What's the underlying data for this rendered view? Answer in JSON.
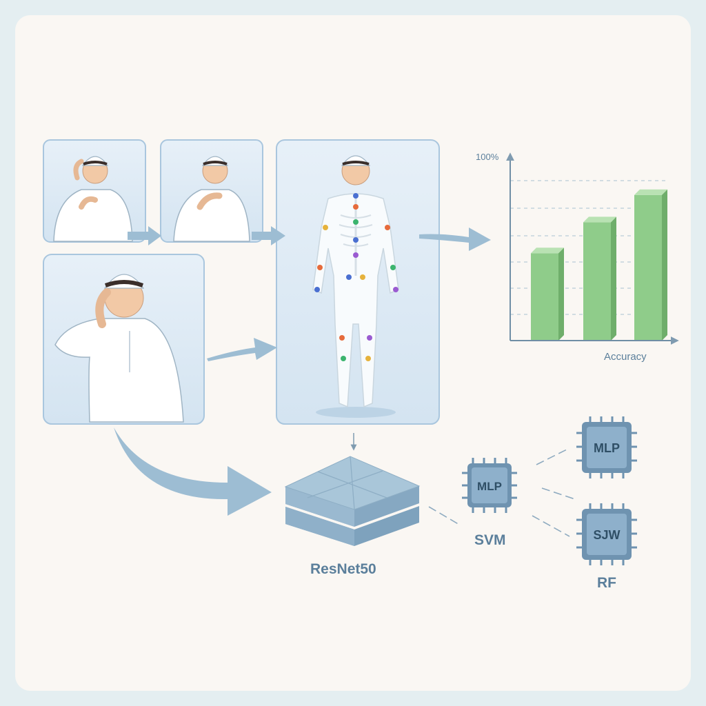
{
  "diagram": {
    "chart": {
      "y_max_label": "100%",
      "x_label": "Accuracy",
      "bars": [
        {
          "value": 0.48
        },
        {
          "value": 0.65
        },
        {
          "value": 0.8
        }
      ],
      "bar_color": "#8fcc8a",
      "bar_side_color": "#6fae6b",
      "bar_top_color": "#b9e2b3"
    },
    "backbone": {
      "label": "ResNet50"
    },
    "classifiers": {
      "center_chip": "MLP",
      "center_label": "SVM",
      "top_chip": "MLP",
      "bottom_chip": "SJW",
      "bottom_label": "RF"
    },
    "colors": {
      "frame": "#a9c6de",
      "frame_fill": "#dde9f4",
      "arrow": "#9dbdd3",
      "chip": "#6f93b0",
      "chip_inner": "#8eb0cb",
      "block_top": "#a9c6d9",
      "block_side": "#7ea2bd",
      "text": "#5b7f9b"
    }
  }
}
